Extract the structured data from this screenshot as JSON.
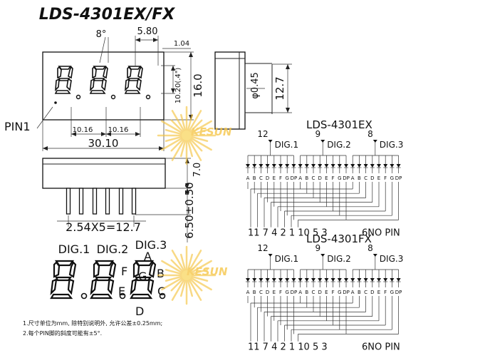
{
  "title": "LDS-4301EX/FX",
  "front": {
    "angle": "8°",
    "seg_width": "5.80",
    "digit_gap": "1.04",
    "char_height": "10.20(.4\")",
    "body_height": "16.0",
    "pitch_a": "10.16",
    "pitch_b": "10.16",
    "body_width": "30.10",
    "pin1": "PIN1"
  },
  "side": {
    "pin_dia": "φ0.45",
    "depth": "12.7"
  },
  "bottom": {
    "height": "7.0",
    "pin_len": "6.50±0.50",
    "pin_spacing": "2.54X5=12.7"
  },
  "segment_view": {
    "dig1": "DIG.1",
    "dig2": "DIG.2",
    "dig3": "DIG.3",
    "seg_a": "A",
    "seg_b": "B",
    "seg_c": "C",
    "seg_d": "D",
    "seg_e": "E",
    "seg_f": "F",
    "seg_g": "G"
  },
  "notes": [
    "1.尺寸单位为mm, 除特别说明外, 允许公差±0.25mm;",
    "2.每个PIN脚的斜度可能有±5°."
  ],
  "watermark": "KESUN",
  "circuits": [
    {
      "name": "LDS-4301EX",
      "common_pins": [
        "12",
        "9",
        "8"
      ],
      "digits": [
        "DIG.1",
        "DIG.2",
        "DIG.3"
      ],
      "segments": [
        "A",
        "B",
        "C",
        "D",
        "E",
        "F",
        "G",
        "DP"
      ],
      "bottom_pins": "11 7 4 2 1 10 5 3",
      "nc": "6NO PIN"
    },
    {
      "name": "LDS-4301FX",
      "common_pins": [
        "12",
        "9",
        "8"
      ],
      "digits": [
        "DIG.1",
        "DIG.2",
        "DIG.3"
      ],
      "segments": [
        "A",
        "B",
        "C",
        "D",
        "E",
        "F",
        "G",
        "DP"
      ],
      "bottom_pins": "11 7 4 2 1 10 5 3",
      "nc": "6NO PIN"
    }
  ]
}
